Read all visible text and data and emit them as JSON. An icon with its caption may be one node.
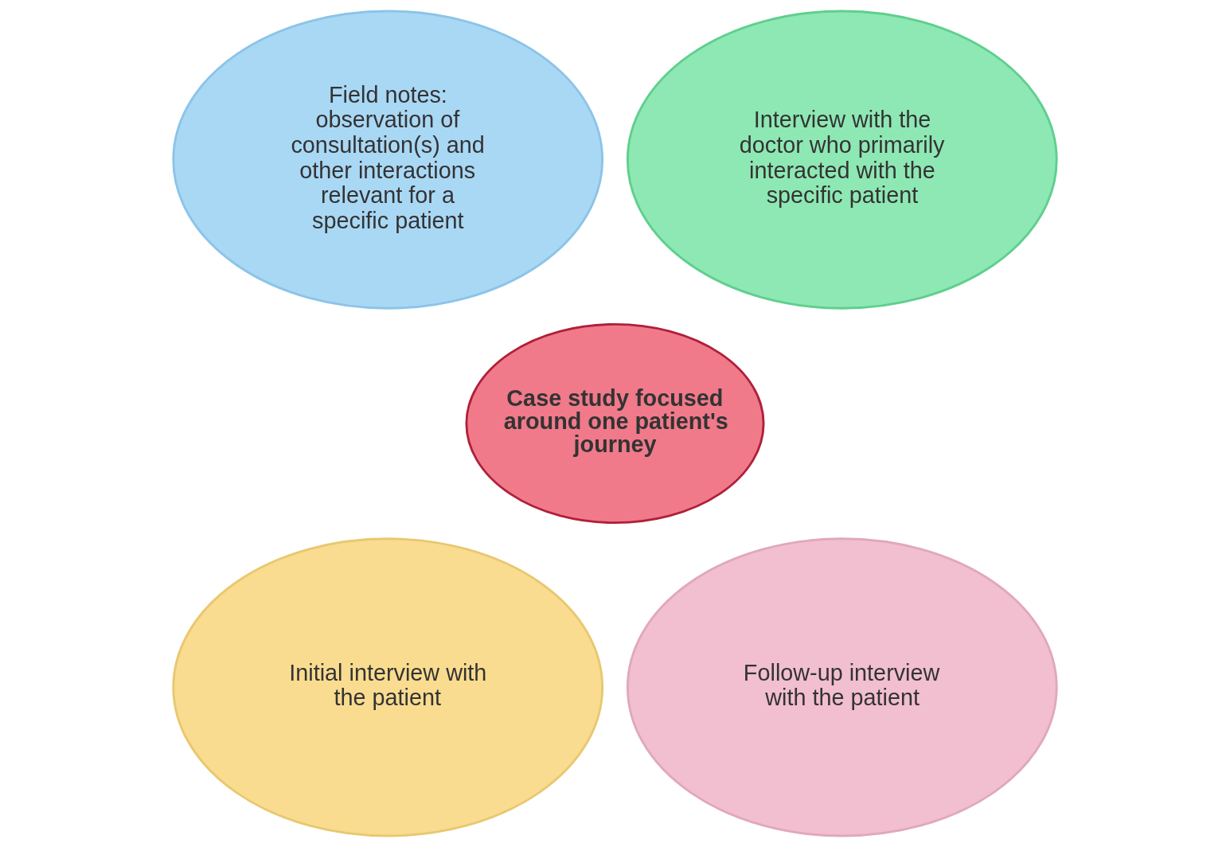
{
  "diagram": {
    "nodes": [
      {
        "text": [
          "Field notes: observation of consultation(s) and other interactions relevant for a specific patient"
        ]
      },
      {
        "text": [
          "Interview with the doctor who primarily interacted with the specific patient"
        ]
      },
      {
        "text": [
          "Case study focused around one patient's journey"
        ]
      },
      {
        "text": [
          "Initial interview with the patient"
        ]
      },
      {
        "text": [
          "Follow-up interview with the patient"
        ]
      }
    ],
    "edges": []
  }
}
